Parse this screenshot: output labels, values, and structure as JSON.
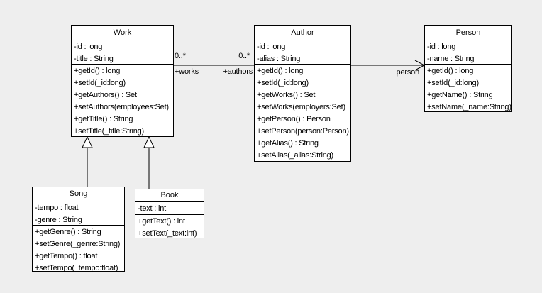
{
  "canvas": {
    "background_color": "#eeeeee",
    "box_fill_color": "#ffffff",
    "line_color": "#000000"
  },
  "classes": [
    {
      "name": "Work",
      "attributes": [
        "-id : long",
        "-title : String"
      ],
      "methods": [
        "+getId() : long",
        "+setId(_id:long)",
        "+getAuthors() : Set",
        "+setAuthors(employees:Set)",
        "+getTitle() : String",
        "+setTitle(_title:String)"
      ]
    },
    {
      "name": "Author",
      "attributes": [
        "-id : long",
        "-alias : String"
      ],
      "methods": [
        "+getId() : long",
        "+setId(_id:long)",
        "+getWorks() : Set",
        "+setWorks(employers:Set)",
        "+getPerson() : Person",
        "+setPerson(person:Person)",
        "+getAlias() : String",
        "+setAlias(_alias:String)"
      ]
    },
    {
      "name": "Person",
      "attributes": [
        "-id : long",
        "-name : String"
      ],
      "methods": [
        "+getId() : long",
        "+setId(_id:long)",
        "+getName() : String",
        "+setName(_name:String)"
      ]
    },
    {
      "name": "Song",
      "attributes": [
        "-tempo : float",
        "-genre : String"
      ],
      "methods": [
        "+getGenre() : String",
        "+setGenre(_genre:String)",
        "+getTempo() : float",
        "+setTempo(_tempo:float)"
      ]
    },
    {
      "name": "Book",
      "attributes": [
        "-text : int"
      ],
      "methods": [
        "+getText() : int",
        "+setText(_text:int)"
      ]
    }
  ],
  "associations": {
    "work_author": {
      "works_end_multiplicity": "0..*",
      "works_end_role": "+works",
      "authors_end_multiplicity": "0..*",
      "authors_end_role": "+authors"
    },
    "author_person": {
      "person_end_role": "+person"
    }
  }
}
